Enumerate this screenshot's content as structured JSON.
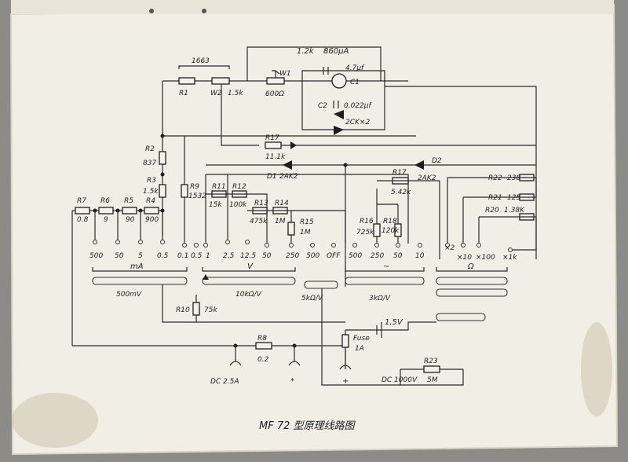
{
  "title": "MF 72 型原理线路图",
  "top_labels": {
    "sum_1663": "1663",
    "r1": "R1",
    "w2": "W2",
    "w2_val": "1.5k",
    "w1": "W1",
    "w1_val": "600Ω",
    "meter_r": "1.2k",
    "meter_i": "860μA",
    "c1": "C1",
    "c1_val": "4.7μf",
    "c2": "C2",
    "c2_val": "0.022μf",
    "diodes": "2CK×2"
  },
  "mid_labels": {
    "r17a": "R17",
    "r17a_val": "11.1k",
    "d1": "D1",
    "d1_type": "2AK2",
    "r17b": "R17",
    "r17b_val": "5.42k",
    "d2": "D2",
    "d2_type": "2AK2",
    "r2": "R2",
    "r2_val": "837",
    "r3": "R3",
    "r3_val": "1.5k",
    "r9": "R9",
    "r9_val": "1532",
    "r11": "R11",
    "r11_val": "15k",
    "r12": "R12",
    "r12_val": "100k",
    "r13": "R13",
    "r13_val": "475k",
    "r14": "R14",
    "r14_val": "1M",
    "r15": "R15",
    "r15_val": "1M",
    "r16": "R16",
    "r16_val": "725k",
    "r18": "R18",
    "r18_val": "120k",
    "r22": "R22",
    "r22_val": "238",
    "r21": "R21",
    "r21_val": "125",
    "r20": "R20",
    "r20_val": "1.38K",
    "r7": "R7",
    "r7_val": "0.8",
    "r6": "R6",
    "r6_val": "9",
    "r5": "R5",
    "r5_val": "90",
    "r4": "R4",
    "r4_val": "900"
  },
  "range_labels": {
    "ma": [
      "500",
      "50",
      "5",
      "0.5"
    ],
    "v_dc": [
      "0.1",
      "0.5",
      "1",
      "2.5",
      "12.5",
      "50",
      "250",
      "500",
      "OFF"
    ],
    "v_ac": [
      "500",
      "250",
      "50",
      "10"
    ],
    "ohm": [
      "×2",
      "×10",
      "×100",
      "×1k"
    ]
  },
  "band_labels": {
    "ma": "mA",
    "v": "V",
    "ac": "~",
    "ohm": "Ω",
    "mv500": "500mV",
    "kv10": "10kΩ/V",
    "kv5": "5kΩ/V",
    "kv3": "3kΩ/V"
  },
  "bottom_labels": {
    "r10": "R10",
    "r10_val": "75k",
    "battery": "1.5V",
    "fuse": "Fuse",
    "fuse_val": "1A",
    "r8": "R8",
    "r8_val": "0.2",
    "dc25a": "DC 2.5A",
    "star": "*",
    "plus": "+",
    "dc1000": "DC 1000V",
    "r23": "R23",
    "r23_val": "5M"
  }
}
